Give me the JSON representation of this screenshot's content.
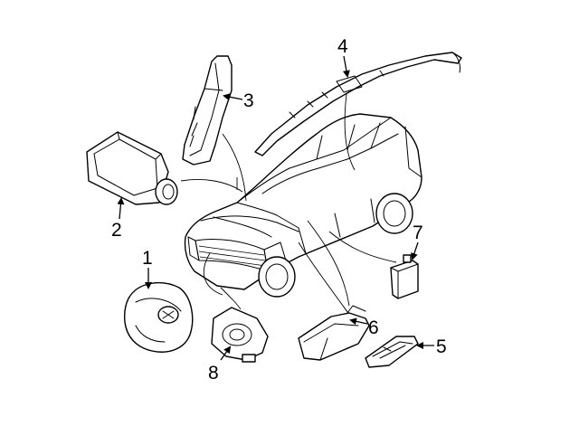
{
  "diagram": {
    "callouts": [
      {
        "id": "1",
        "part": "steering-wheel-airbag"
      },
      {
        "id": "2",
        "part": "passenger-airbag"
      },
      {
        "id": "3",
        "part": "side-airbag"
      },
      {
        "id": "4",
        "part": "curtain-airbag"
      },
      {
        "id": "5",
        "part": "sensor-module"
      },
      {
        "id": "6",
        "part": "knee-airbag"
      },
      {
        "id": "7",
        "part": "impact-sensor"
      },
      {
        "id": "8",
        "part": "clock-spring"
      }
    ],
    "colors": {
      "line": "#000000",
      "background": "#ffffff"
    }
  }
}
